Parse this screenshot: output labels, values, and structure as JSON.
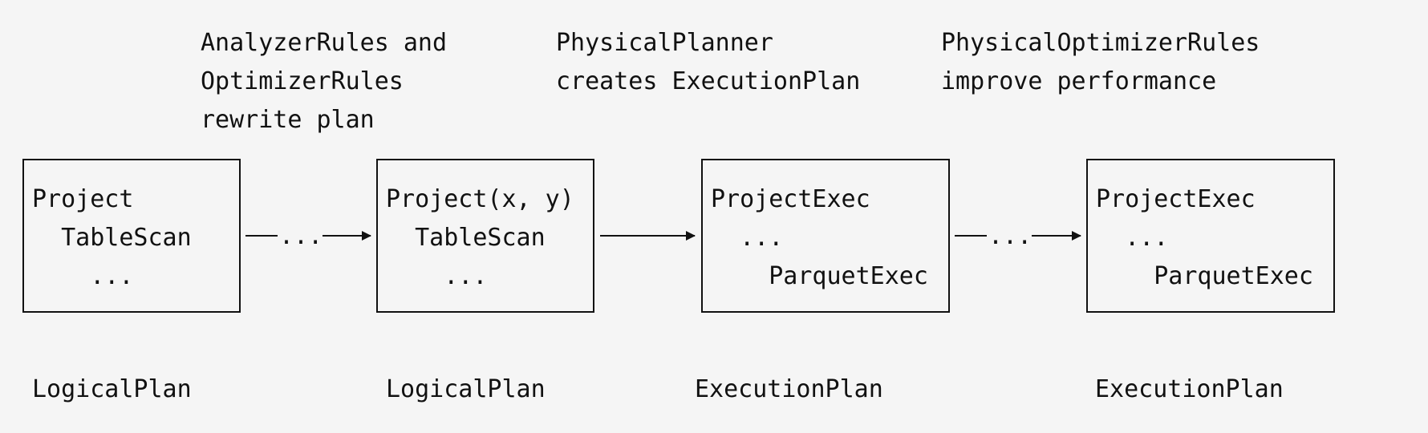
{
  "annotations": [
    {
      "lines": [
        "AnalyzerRules and",
        "OptimizerRules",
        "rewrite plan"
      ]
    },
    {
      "lines": [
        "PhysicalPlanner",
        "creates ExecutionPlan"
      ]
    },
    {
      "lines": [
        "PhysicalOptimizerRules",
        "improve performance"
      ]
    }
  ],
  "boxes": [
    {
      "lines": [
        "Project",
        "  TableScan",
        "    ..."
      ]
    },
    {
      "lines": [
        "Project(x, y)",
        "  TableScan",
        "    ..."
      ]
    },
    {
      "lines": [
        "ProjectExec",
        "  ...",
        "    ParquetExec"
      ]
    },
    {
      "lines": [
        "ProjectExec",
        "  ...",
        "    ParquetExec"
      ]
    }
  ],
  "labels": [
    "LogicalPlan",
    "LogicalPlan",
    "ExecutionPlan",
    "ExecutionPlan"
  ],
  "arrows": [
    {
      "label": "..."
    },
    {
      "label": ""
    },
    {
      "label": "..."
    }
  ]
}
